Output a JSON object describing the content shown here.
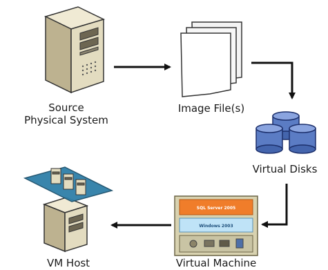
{
  "nodes": {
    "source": {
      "line1": "Source",
      "line2": "Physical System"
    },
    "image": {
      "label": "Image File(s)"
    },
    "disks": {
      "label": "Virtual Disks"
    },
    "vm": {
      "label": "Virtual Machine",
      "row1": "SQL Server 2005",
      "row2": "Windows 2003"
    },
    "host": {
      "label": "VM Host"
    }
  },
  "colors": {
    "arrow": "#111111",
    "tower_body": "#e3dcc0",
    "disk_blue": "#5b7cc4",
    "vm_orange": "#f07d2a",
    "vm_blue": "#bfe3f7",
    "host_panel": "#2f7fa8"
  }
}
